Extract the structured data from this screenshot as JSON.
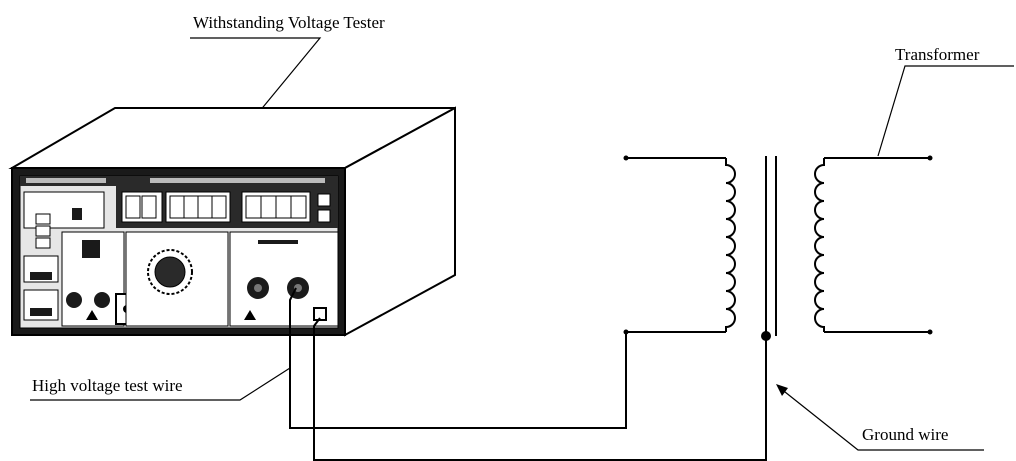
{
  "labels": {
    "tester": "Withstanding Voltage Tester",
    "transformer": "Transformer",
    "hv_wire": "High voltage test wire",
    "ground_wire": "Ground wire"
  },
  "colors": {
    "line": "#000000",
    "panel_dark": "#1a1a1a",
    "panel_mid": "#d8d8d8",
    "background": "#ffffff"
  }
}
